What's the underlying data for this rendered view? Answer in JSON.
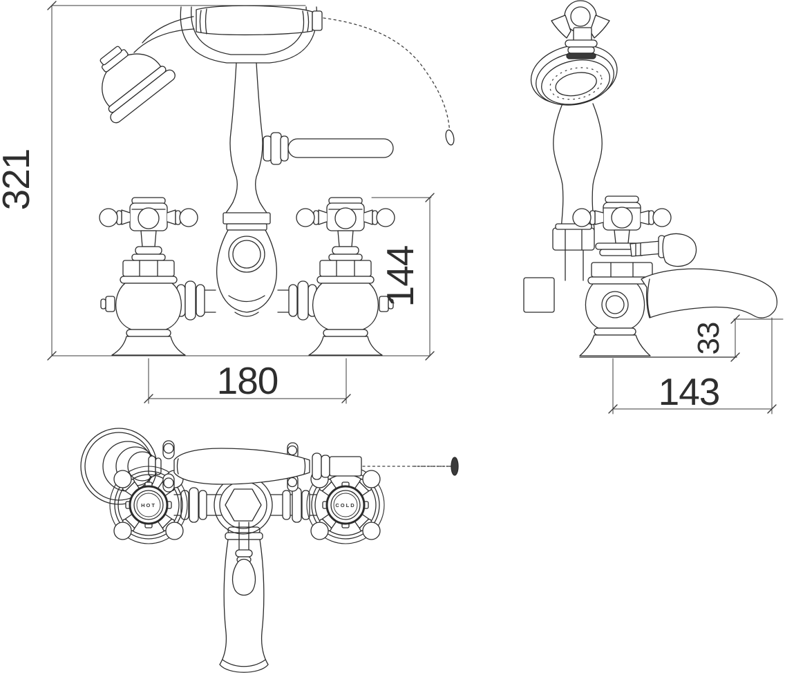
{
  "drawing": {
    "background": "#ffffff",
    "line_color": "#2b2b2b",
    "dimension_color": "#3a3a3a",
    "dimensions": {
      "overall_height": "321",
      "handle_top_height": "144",
      "inlet_centres": "180",
      "spout_projection": "143",
      "spout_outlet_height": "33"
    },
    "labels": {
      "hot": "HOT",
      "cold": "COLD"
    }
  }
}
